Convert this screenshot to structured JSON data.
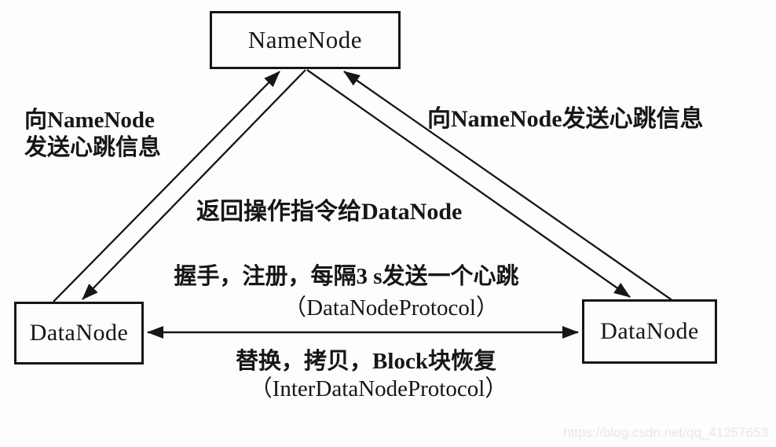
{
  "nodes": {
    "namenode": "NameNode",
    "datanode_left": "DataNode",
    "datanode_right": "DataNode"
  },
  "labels": {
    "left_heartbeat_line1": "向NameNode",
    "left_heartbeat_line2": "发送心跳信息",
    "right_heartbeat": "向NameNode发送心跳信息",
    "return_command": "返回操作指令给DataNode",
    "handshake": "握手，注册，每隔3 s发送一个心跳",
    "handshake_protocol": "（DataNodeProtocol）",
    "replace": "替换，拷贝，Block块恢复",
    "replace_protocol": "（InterDataNodeProtocol）"
  },
  "watermark": "https://blog.csdn.net/qq_41257653",
  "colors": {
    "ink": "#161616",
    "background": "#fdfdfd",
    "watermark": "#e7e7e7"
  }
}
